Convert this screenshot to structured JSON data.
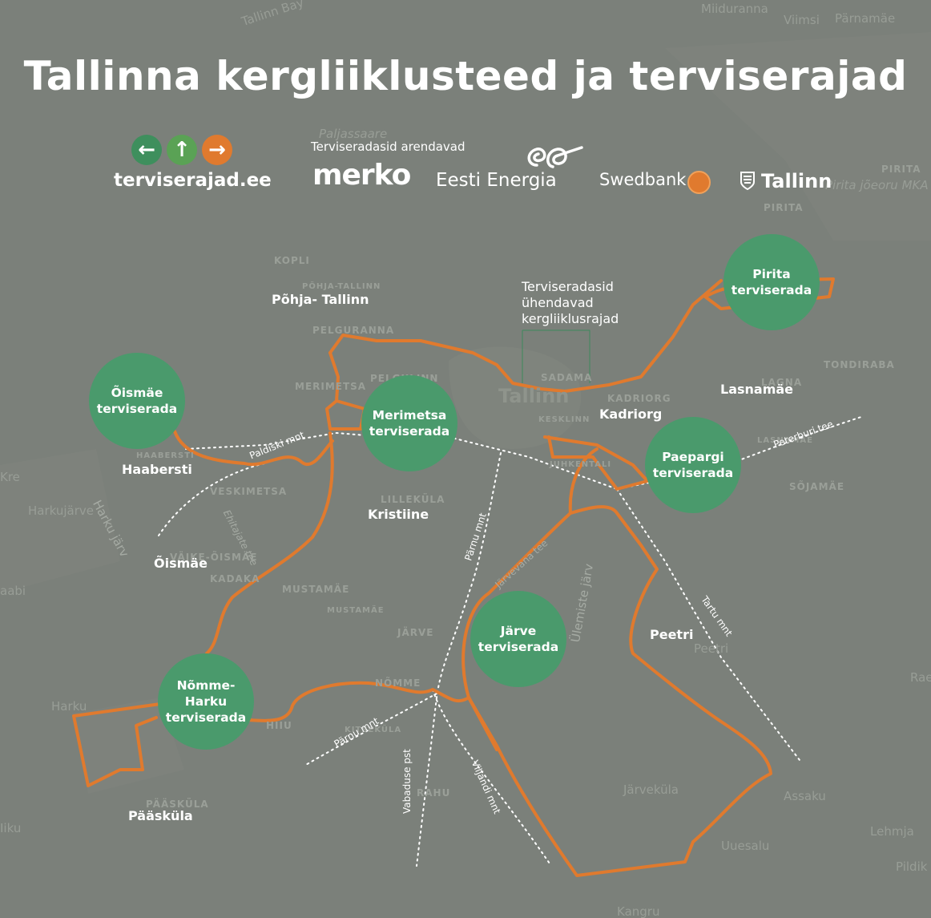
{
  "title": "Tallinna kergliiklusteed ja terviserajad",
  "brand": {
    "site": "terviserajad.ee",
    "arrow_icons": [
      "arrow-left-icon",
      "arrow-up-icon",
      "arrow-right-icon"
    ],
    "arrow_colors": [
      "#3e8f5d",
      "#5aa255",
      "#e07a2e"
    ]
  },
  "sponsors": {
    "caption": "Terviseradasid arendavad",
    "merko": "merko",
    "eesti_energia": "Eesti Energia",
    "swedbank": "Swedbank",
    "tallinn": "Tallinn"
  },
  "note": [
    "Terviseradasid",
    "ühendavad",
    "kergliiklusrajad"
  ],
  "colors": {
    "background": "#7b807a",
    "trail_circle": "#4a9a6c",
    "route": "#e07a2e"
  },
  "trails": [
    {
      "line1": "Pirita",
      "line2": "terviserada"
    },
    {
      "line1": "Õismäe",
      "line2": "terviserada"
    },
    {
      "line1": "Merimetsa",
      "line2": "terviserada"
    },
    {
      "line1": "Paepargi",
      "line2": "terviserada"
    },
    {
      "line1": "Järve",
      "line2": "terviserada"
    },
    {
      "line1": "Nõmme-Harku",
      "line2": "terviserada"
    }
  ],
  "districts": [
    "Põhja- Tallinn",
    "Haabersti",
    "Kristiine",
    "Õismäe",
    "Kadriorg",
    "Lasnamäe",
    "Peetri",
    "Pääsküla"
  ],
  "roads": [
    "Paldiski mnt",
    "Peterburi tee",
    "Pärnu mnt",
    "Tartu mnt",
    "Pärnu mnt",
    "Vabaduse pst",
    "Viljandi mnt",
    "Ehitajate tee",
    "Harku järv",
    "Järvevana tee",
    "Ülemiste järv"
  ],
  "background_labels": [
    "Tallinn Bay",
    "Miiduranna",
    "Viimsi",
    "Pärnamäe",
    "Paljassaare",
    "PIRITA",
    "PIRITA",
    "Pirita jõeoru MKA",
    "KOPLI",
    "PÕHJA-TALLINN",
    "PELGURANNA",
    "PELGULINN",
    "MERIMETSA",
    "SADAMA",
    "Tallinn",
    "KADRIORG",
    "KESKLINN",
    "TONDIRABA",
    "LAGNA",
    "LASNAMÄE",
    "SÕJAMÄE",
    "HAABERSTI",
    "VESKIMETSA",
    "Harkujärve",
    "LILLEKÜLA",
    "VÄIKE-ÕISMÄE",
    "KADAKA",
    "MUSTAMÄE",
    "MUSTAMÄE",
    "JÄRVE",
    "Peetri",
    "Kre",
    "aabi",
    "Harku",
    "HIIU",
    "NÕMME",
    "RAHU",
    "PÄÄSKÜLA",
    "Järveküla",
    "Assaku",
    "Rae",
    "Uuesalu",
    "Lehmja",
    "Pildik",
    "Kangru",
    "Iiku",
    "KITSEKÜLA",
    "JUHKENTALI"
  ]
}
